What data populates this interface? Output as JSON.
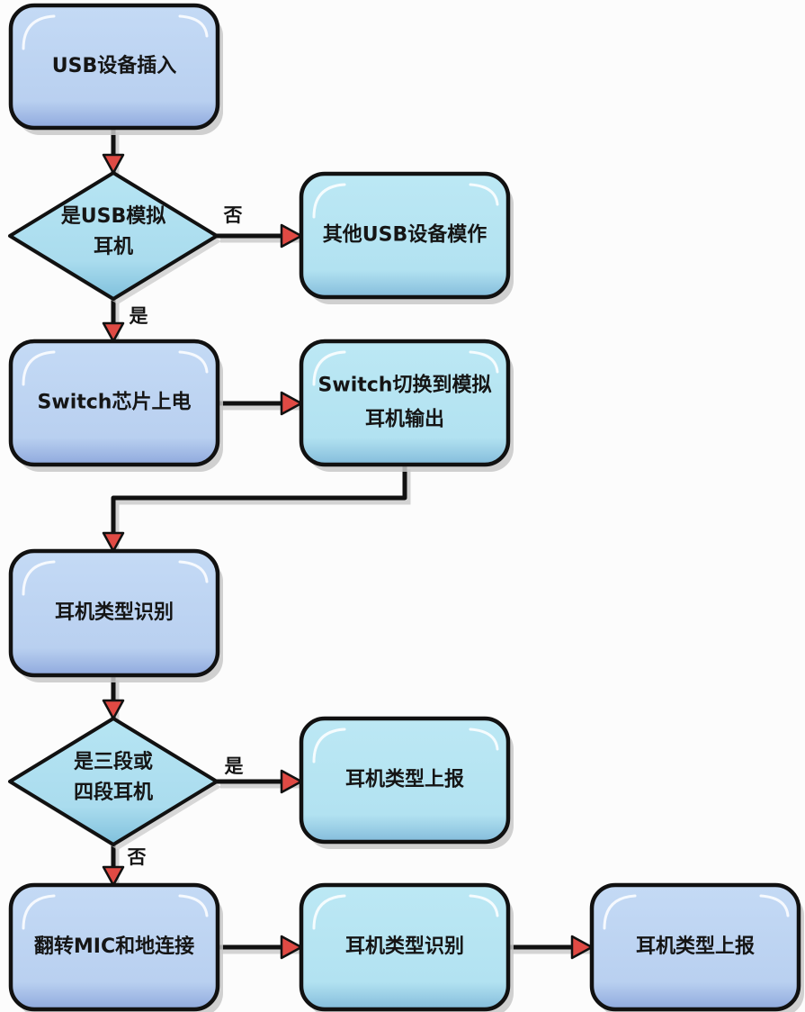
{
  "diagram": {
    "type": "flowchart",
    "colors": {
      "process_blue": "#bcd4f2",
      "process_blue_shade": "#8ea8dc",
      "process_cyan": "#b4e4f2",
      "process_cyan_shade": "#86bedc",
      "decision_fill": "#aee0f0",
      "decision_shade": "#7cc0dc",
      "outline": "#111111",
      "arrow_head": "#e04a44",
      "shadow": "#c8c8c8",
      "background": "#fcfcfc"
    },
    "nodes": [
      {
        "id": "usb_insert",
        "shape": "process",
        "style": "blue",
        "lines": [
          "USB设备插入"
        ]
      },
      {
        "id": "is_usb_analog",
        "shape": "decision",
        "lines": [
          "是USB模拟",
          "耳机"
        ]
      },
      {
        "id": "other_usb",
        "shape": "process",
        "style": "cyan",
        "lines": [
          "其他USB设备模作"
        ]
      },
      {
        "id": "switch_power",
        "shape": "process",
        "style": "blue",
        "lines": [
          "Switch芯片上电"
        ]
      },
      {
        "id": "switch_analog",
        "shape": "process",
        "style": "cyan",
        "lines": [
          "Switch切换到模拟",
          "耳机输出"
        ]
      },
      {
        "id": "type_detect_1",
        "shape": "process",
        "style": "blue",
        "lines": [
          "耳机类型识别"
        ]
      },
      {
        "id": "is_3_or_4_pole",
        "shape": "decision",
        "lines": [
          "是三段或",
          "四段耳机"
        ]
      },
      {
        "id": "type_report_1",
        "shape": "process",
        "style": "cyan",
        "lines": [
          "耳机类型上报"
        ]
      },
      {
        "id": "flip_mic_gnd",
        "shape": "process",
        "style": "blue",
        "lines": [
          "翻转MIC和地连接"
        ]
      },
      {
        "id": "type_detect_2",
        "shape": "process",
        "style": "cyan",
        "lines": [
          "耳机类型识别"
        ]
      },
      {
        "id": "type_report_2",
        "shape": "process",
        "style": "blue",
        "lines": [
          "耳机类型上报"
        ]
      }
    ],
    "edges": [
      {
        "from": "usb_insert",
        "to": "is_usb_analog",
        "label": ""
      },
      {
        "from": "is_usb_analog",
        "to": "other_usb",
        "label": "否"
      },
      {
        "from": "is_usb_analog",
        "to": "switch_power",
        "label": "是"
      },
      {
        "from": "switch_power",
        "to": "switch_analog",
        "label": ""
      },
      {
        "from": "switch_analog",
        "to": "type_detect_1",
        "label": ""
      },
      {
        "from": "type_detect_1",
        "to": "is_3_or_4_pole",
        "label": ""
      },
      {
        "from": "is_3_or_4_pole",
        "to": "type_report_1",
        "label": "是"
      },
      {
        "from": "is_3_or_4_pole",
        "to": "flip_mic_gnd",
        "label": "否"
      },
      {
        "from": "flip_mic_gnd",
        "to": "type_detect_2",
        "label": ""
      },
      {
        "from": "type_detect_2",
        "to": "type_report_2",
        "label": ""
      }
    ]
  }
}
